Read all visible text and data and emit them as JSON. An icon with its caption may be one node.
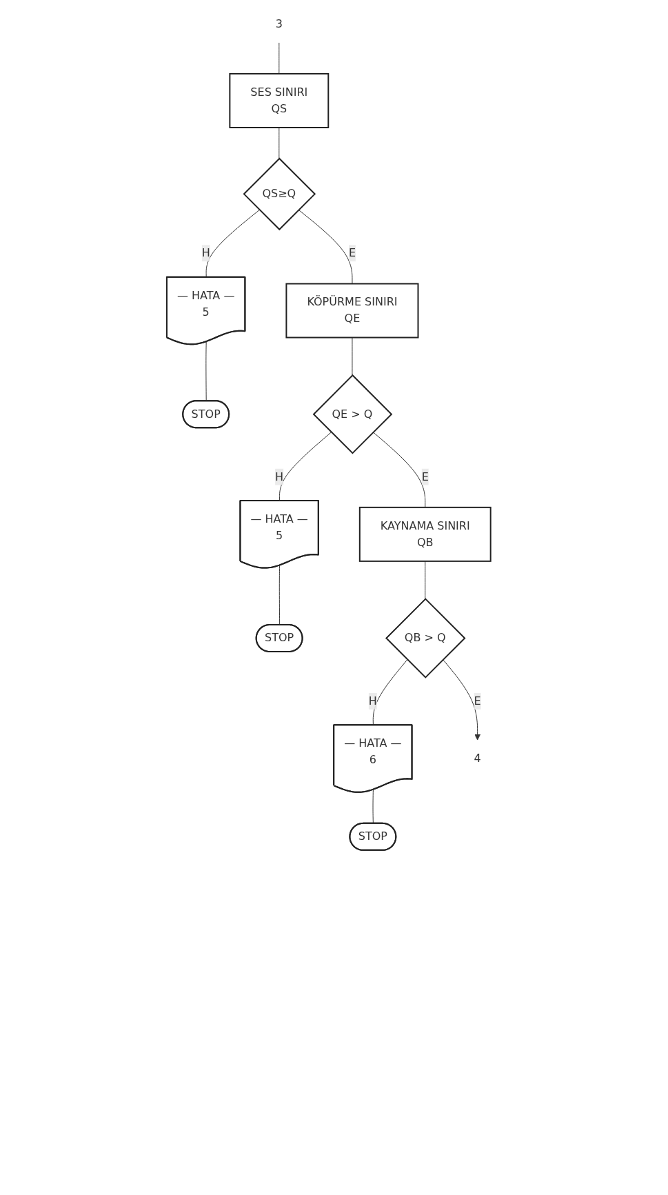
{
  "diagram": {
    "nodes": [
      {
        "text": [
          "3"
        ]
      },
      {
        "text": [
          "SES SINIRI",
          "QS"
        ]
      },
      {
        "text": [
          "QS≥Q"
        ]
      },
      {
        "text": [
          "— HATA —",
          "5"
        ]
      },
      {
        "text": [
          "STOP"
        ]
      },
      {
        "text": [
          "KÖPÜRME SINIRI",
          "QE"
        ]
      },
      {
        "text": [
          "QE > Q"
        ]
      },
      {
        "text": [
          "— HATA —",
          "5"
        ]
      },
      {
        "text": [
          "STOP"
        ]
      },
      {
        "text": [
          "KAYNAMA SINIRI",
          "QB"
        ]
      },
      {
        "text": [
          "QB > Q"
        ]
      },
      {
        "text": [
          "— HATA —",
          "6"
        ]
      },
      {
        "text": [
          "STOP"
        ]
      },
      {
        "text": [
          "4"
        ]
      }
    ],
    "edges": [
      {
        "from": 0,
        "to": 1,
        "arrow": "none"
      },
      {
        "from": 1,
        "to": 2,
        "arrow": "none"
      },
      {
        "from": 2,
        "to": 3,
        "label": "H",
        "arrow": "none"
      },
      {
        "from": 3,
        "to": 4,
        "arrow": "none"
      },
      {
        "from": 2,
        "to": 5,
        "label": "E",
        "arrow": "none"
      },
      {
        "from": 5,
        "to": 6,
        "arrow": "none"
      },
      {
        "from": 6,
        "to": 7,
        "label": "H",
        "arrow": "none"
      },
      {
        "from": 7,
        "to": 8,
        "arrow": "none"
      },
      {
        "from": 6,
        "to": 9,
        "label": "E",
        "arrow": "none"
      },
      {
        "from": 9,
        "to": 10,
        "arrow": "none"
      },
      {
        "from": 10,
        "to": 11,
        "label": "H",
        "arrow": "none"
      },
      {
        "from": 11,
        "to": 12,
        "arrow": "none"
      },
      {
        "from": 10,
        "to": 13,
        "label": "E",
        "arrow": "to"
      }
    ]
  }
}
